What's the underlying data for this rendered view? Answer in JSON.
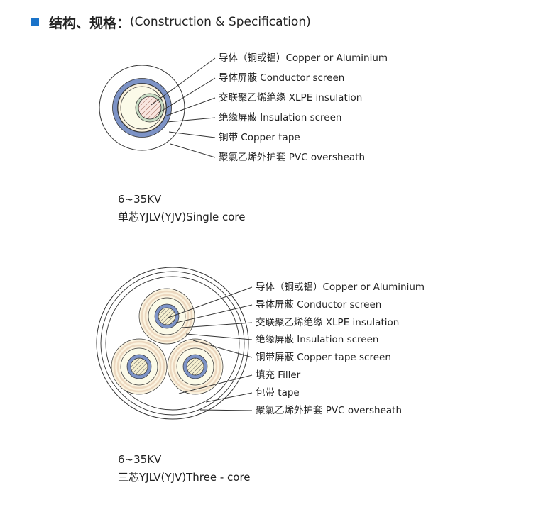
{
  "header": {
    "title_zh": "结构、规格：",
    "title_en": "(Construction & Specification)",
    "marker_color": "#1a73c9"
  },
  "single_core": {
    "labels": [
      "导体（铜或铝）Copper or Aluminium",
      "导体屏蔽  Conductor screen",
      "交联聚乙烯绝缘 XLPE insulation",
      "绝缘屏蔽 Insulation screen",
      "铜带 Copper tape",
      "聚氯乙烯外护套 PVC oversheath"
    ],
    "voltage": "6~35KV",
    "model": "单芯YJLV(YJV)Single core"
  },
  "three_core": {
    "labels": [
      "导体（铜或铝）Copper or Aluminium",
      "导体屏蔽  Conductor screen",
      "交联聚乙烯绝缘 XLPE insulation",
      "绝缘屏蔽 Insulation screen",
      "铜带屏蔽 Copper tape screen",
      "填充  Filler",
      "包带  tape",
      "聚氯乙烯外护套 PVC oversheath"
    ],
    "voltage": "6~35KV",
    "model": "三芯YJLV(YJV)Three - core"
  },
  "colors": {
    "conductor_fill": "#f8e6e0",
    "conductor_screen": "#c8dcc4",
    "xlpe_insulation": "#fbfae8",
    "insulation_screen": "#fbf3df",
    "copper_tape": "#7d93c6",
    "core_ring": "#ecd8c0",
    "outline": "#333333"
  }
}
